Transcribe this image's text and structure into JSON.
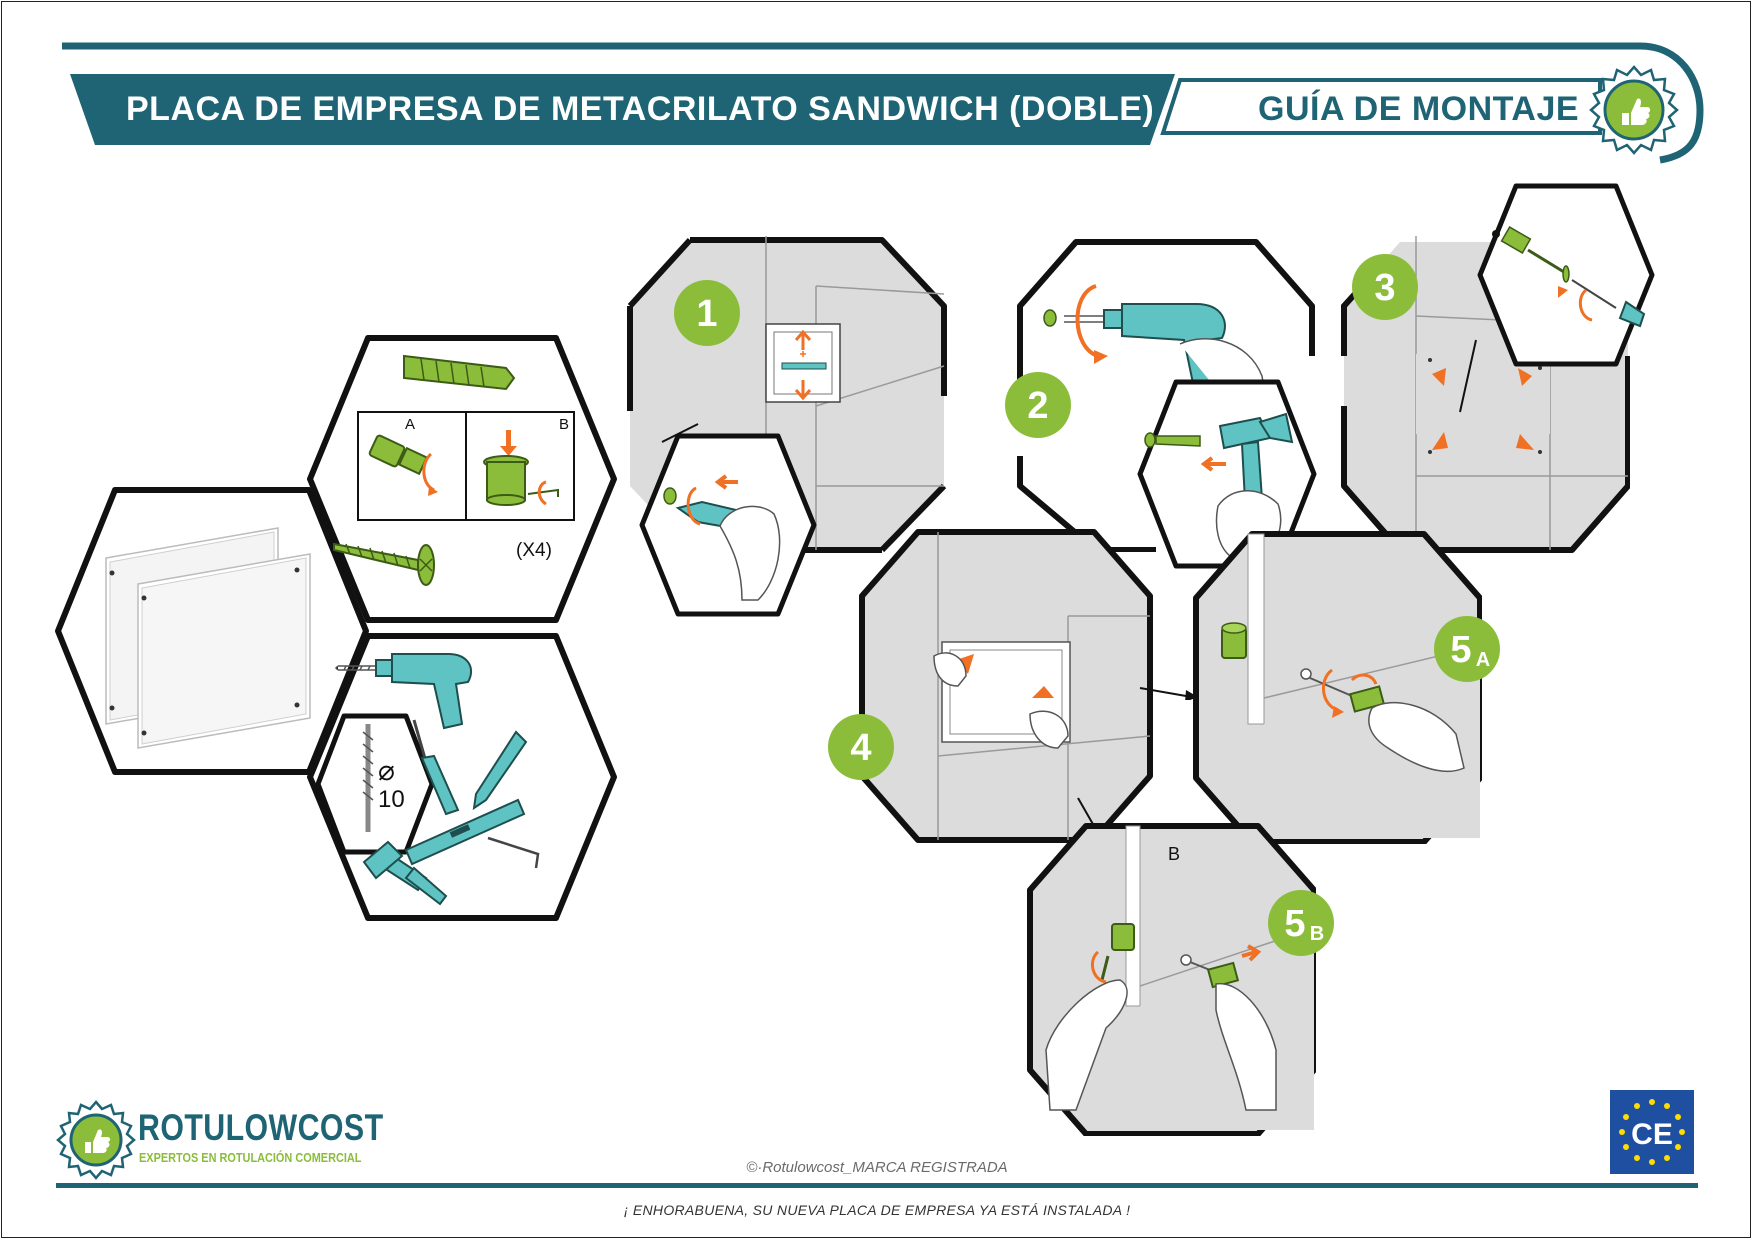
{
  "header": {
    "title": "PLACA DE EMPRESA DE METACRILATO SANDWICH (DOBLE)",
    "subtitle": "GUÍA DE MONTAJE"
  },
  "parts": {
    "variant_a": "A",
    "variant_b": "B",
    "quantity": "(X4)",
    "drill_bit_diameter": "⌀",
    "drill_bit_size": "10"
  },
  "steps": [
    {
      "label": "1"
    },
    {
      "label": "2"
    },
    {
      "label": "3"
    },
    {
      "label": "4"
    },
    {
      "label": "5",
      "suffix": "A"
    },
    {
      "label": "5",
      "suffix": "B"
    }
  ],
  "step5b_tag": "B",
  "footer": {
    "brand": "ROTULOWCOST",
    "tagline": "EXPERTOS EN ROTULACIÓN COMERCIAL",
    "copyright": "©·Rotulowcost_MARCA REGISTRADA",
    "congrats": "¡ ENHORABUENA, SU NUEVA PLACA DE EMPRESA YA ESTÁ INSTALADA !",
    "ce_mark": "CE"
  },
  "colors": {
    "teal_dark": "#1f6474",
    "green": "#8bbd3a",
    "teal_tool": "#5fc3c3",
    "orange": "#f07024",
    "wall_gray": "#dcdcdc"
  }
}
